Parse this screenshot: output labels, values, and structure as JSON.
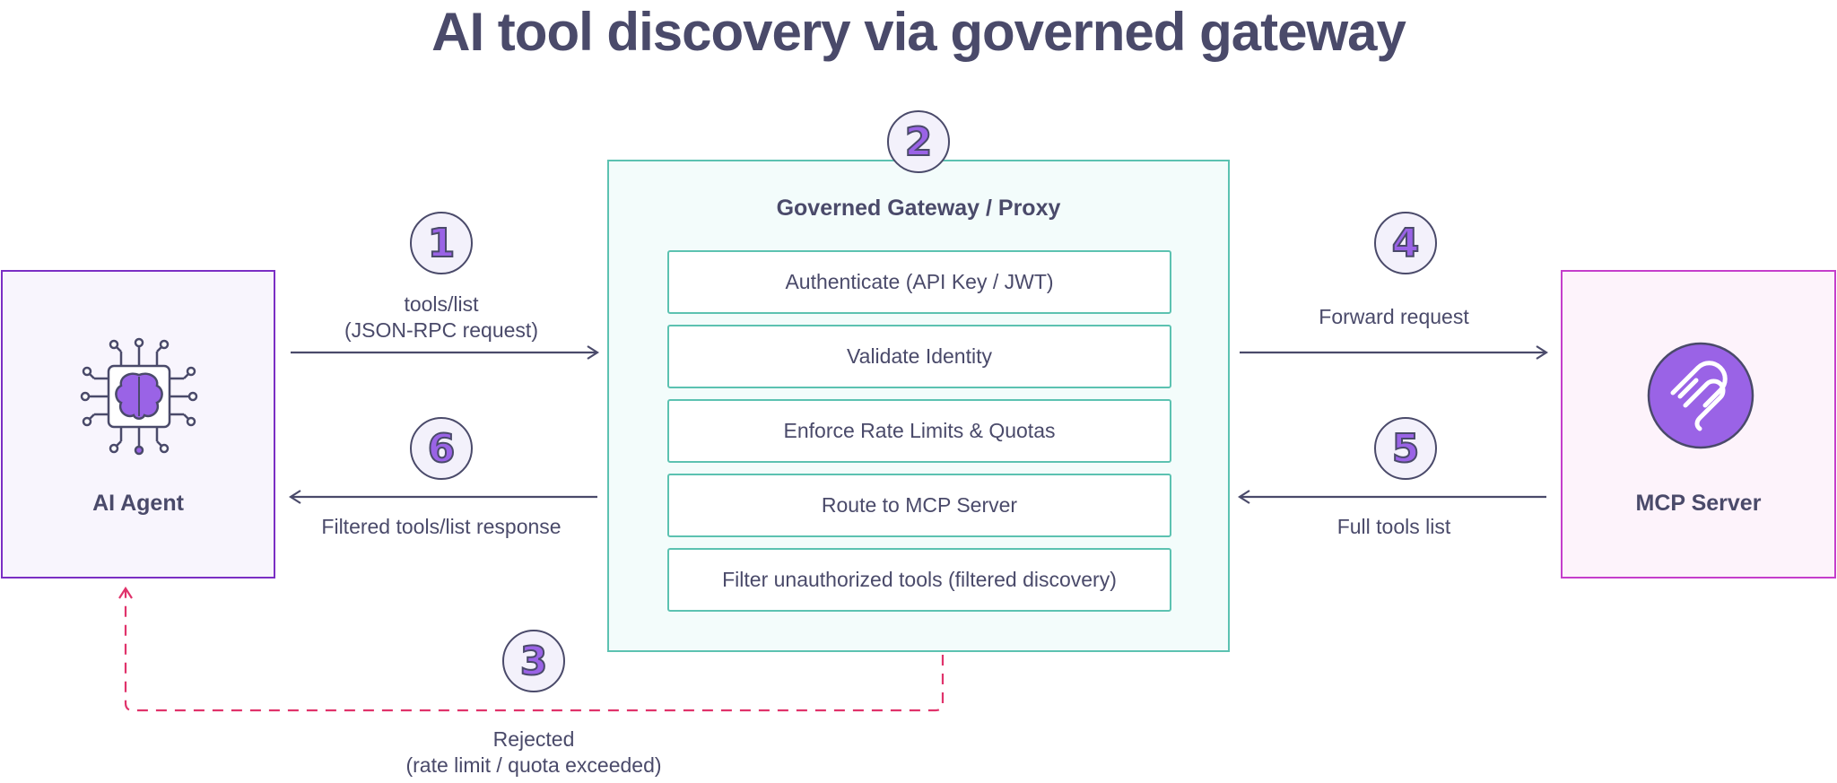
{
  "title": "AI tool discovery via governed gateway",
  "colors": {
    "text": "#4a4a6a",
    "agent_border": "#7b2fc4",
    "mcp_border": "#c53ecb",
    "gateway_border": "#5cc2b1",
    "accent_purple": "#9a63e6",
    "rejected_dash": "#e0336b"
  },
  "agent": {
    "label": "AI Agent",
    "icon": "brain-chip-icon"
  },
  "mcp_server": {
    "label": "MCP Server",
    "icon": "mcp-logo-icon"
  },
  "gateway": {
    "title": "Governed Gateway / Proxy",
    "steps": [
      "Authenticate (API Key / JWT)",
      "Validate Identity",
      "Enforce Rate Limits & Quotas",
      "Route to MCP Server",
      "Filter unauthorized tools (filtered discovery)"
    ]
  },
  "badges": [
    "1",
    "2",
    "3",
    "4",
    "5",
    "6"
  ],
  "edges": {
    "e1_line1": "tools/list",
    "e1_line2": "(JSON-RPC request)",
    "e4": "Forward request",
    "e5": "Full tools list",
    "e6": "Filtered tools/list response",
    "e3_line1": "Rejected",
    "e3_line2": "(rate limit / quota exceeded)"
  }
}
